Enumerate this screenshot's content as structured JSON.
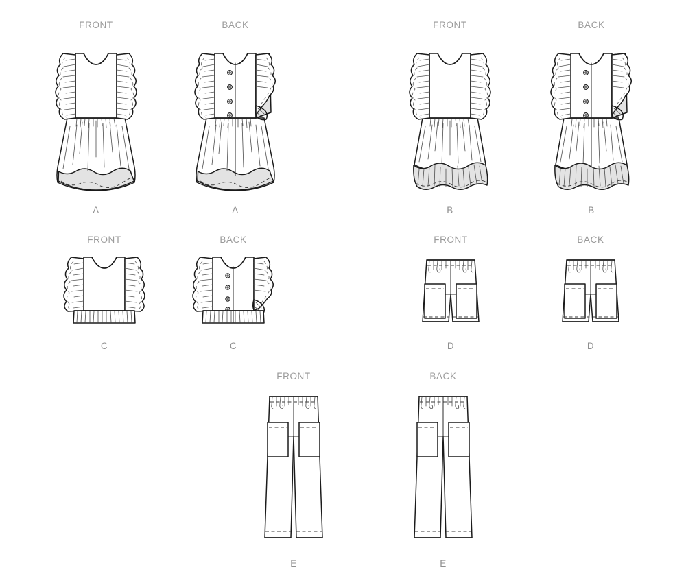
{
  "page": {
    "kind": "sewing-pattern-line-drawings",
    "background_color": "#ffffff",
    "line_color": "#1b1b1b",
    "shade_color": "#e3e3e3",
    "label_color": "#9a9a9a"
  },
  "labels": {
    "front": "FRONT",
    "back": "BACK"
  },
  "figures": [
    {
      "id": "a-front",
      "piece": "A",
      "view": "FRONT",
      "garment": "dress",
      "description": "Sleeveless dress with scalloped flutter ruffle armholes, square yoke bodice, gathered skirt and contrast scalloped hem band"
    },
    {
      "id": "a-back",
      "piece": "A",
      "view": "BACK",
      "garment": "dress",
      "description": "Back view with four button center back closure and contrast scalloped hem band",
      "buttons": 4
    },
    {
      "id": "b-front",
      "piece": "B",
      "view": "FRONT",
      "garment": "dress",
      "description": "Sleeveless dress with scalloped flutter ruffle armholes and gathered contrast ruffle hem"
    },
    {
      "id": "b-back",
      "piece": "B",
      "view": "BACK",
      "garment": "dress",
      "description": "Back view with four button center back closure and gathered contrast ruffle hem",
      "buttons": 4
    },
    {
      "id": "c-front",
      "piece": "C",
      "view": "FRONT",
      "garment": "top",
      "description": "Cropped top with scalloped flutter ruffle armholes and gathered hem ruffle"
    },
    {
      "id": "c-back",
      "piece": "C",
      "view": "BACK",
      "garment": "top",
      "description": "Cropped top back with four button center back closure and gathered hem ruffle",
      "buttons": 4
    },
    {
      "id": "d-front",
      "piece": "D",
      "view": "FRONT",
      "garment": "shorts",
      "description": "Elastic waist shorts with patch pockets and topstitched hem"
    },
    {
      "id": "d-back",
      "piece": "D",
      "view": "BACK",
      "garment": "shorts",
      "description": "Elastic waist shorts back with patch pockets and topstitched hem"
    },
    {
      "id": "e-front",
      "piece": "E",
      "view": "FRONT",
      "garment": "pants",
      "description": "Elastic waist full length pants with patch pockets and topstitched hem"
    },
    {
      "id": "e-back",
      "piece": "E",
      "view": "BACK",
      "garment": "pants",
      "description": "Elastic waist full length pants back with patch pockets and topstitched hem"
    }
  ]
}
